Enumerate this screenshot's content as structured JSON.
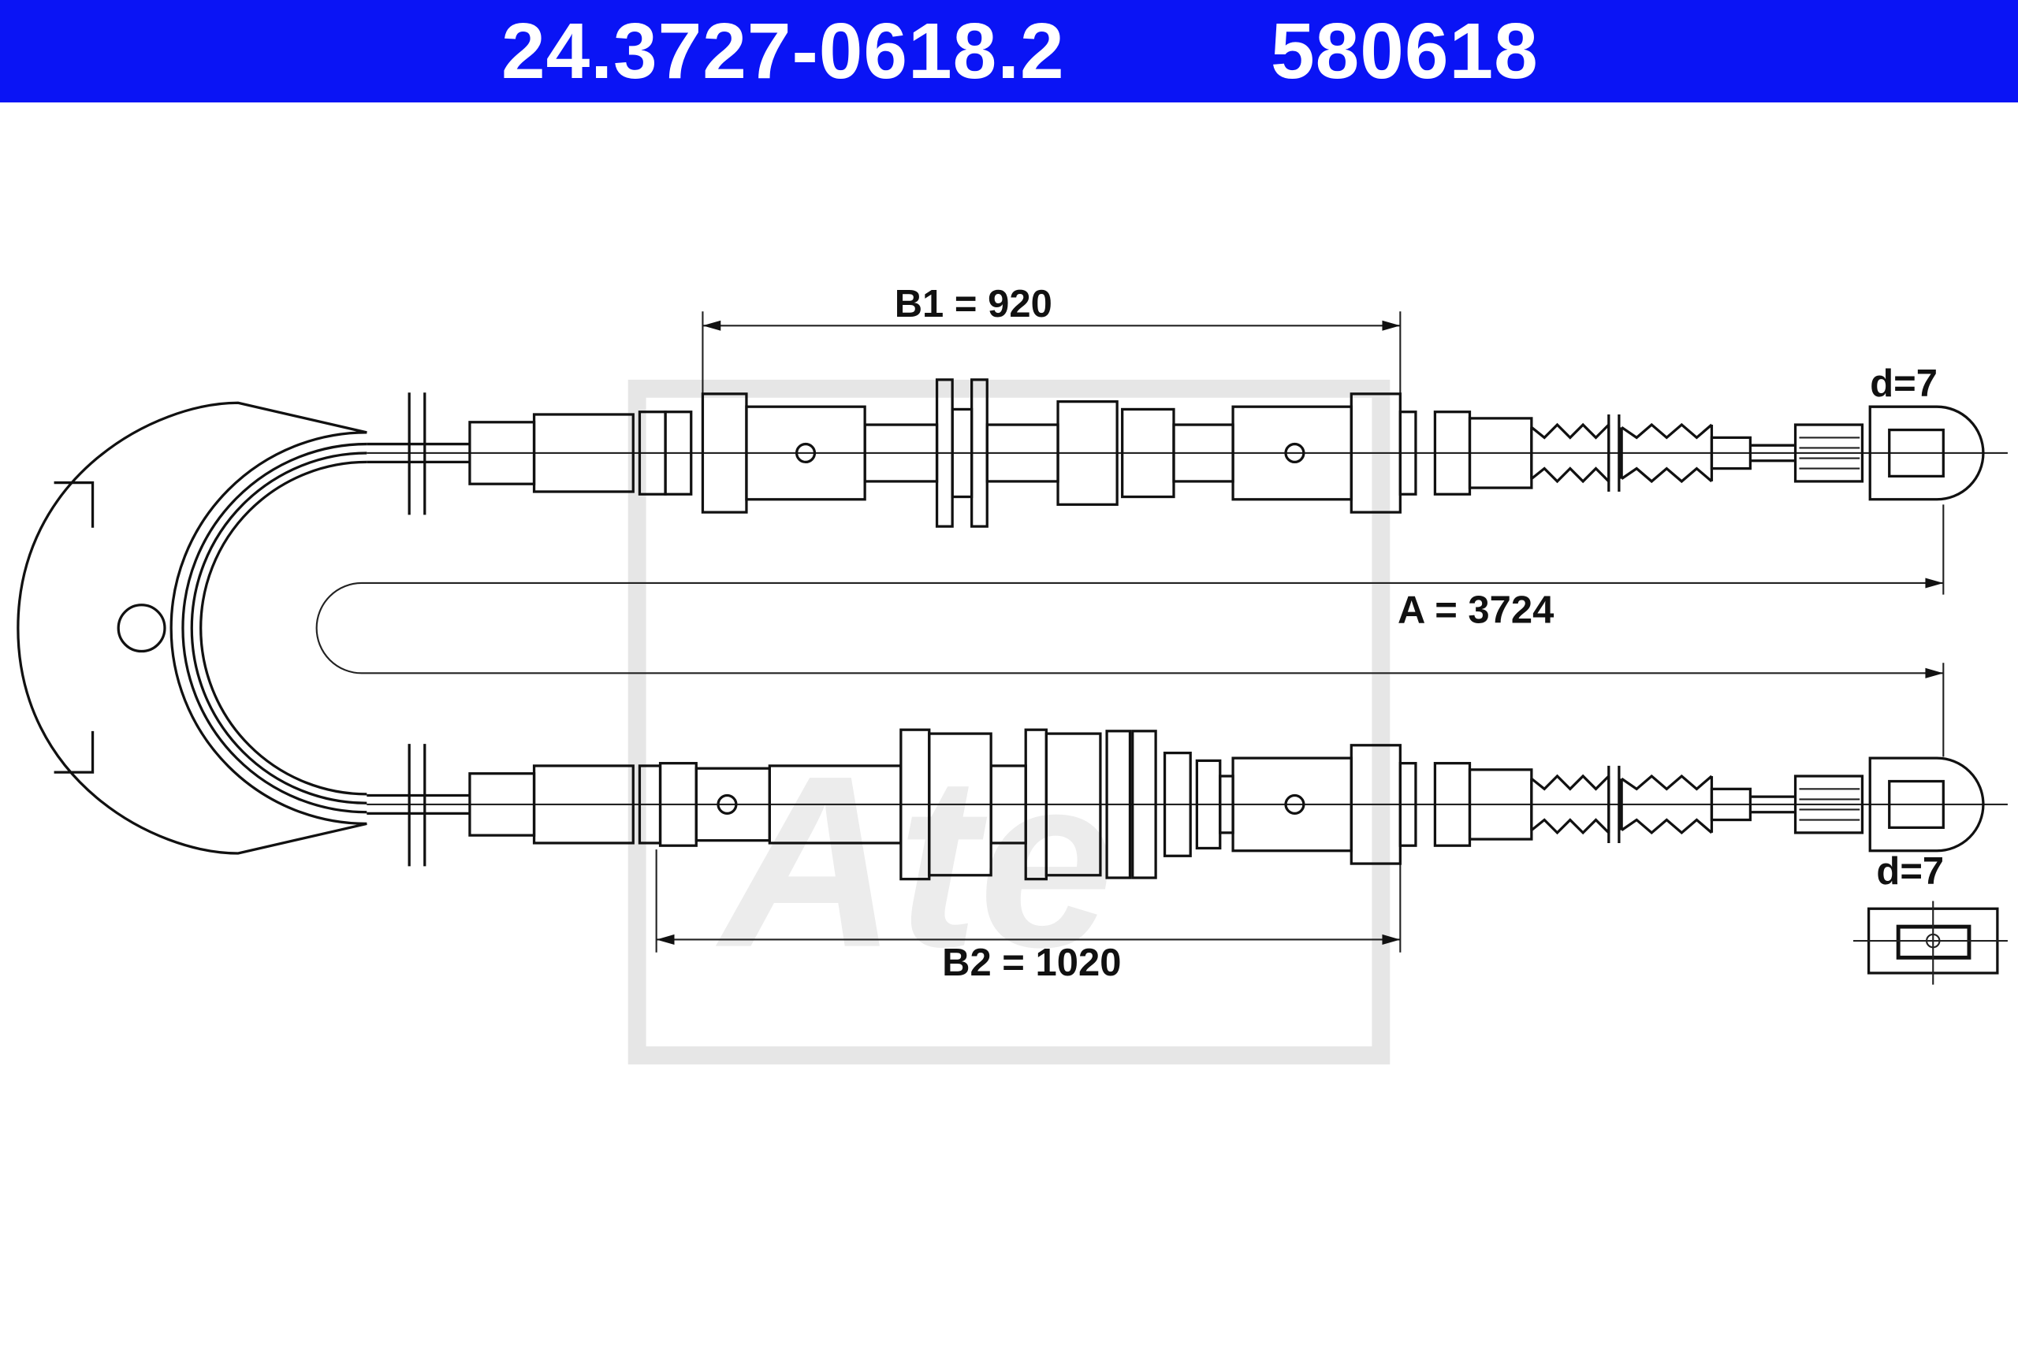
{
  "header": {
    "part_number": "24.3727-0618.2",
    "reference_code": "580618",
    "background_color": "#0a14f5"
  },
  "dimensions": {
    "b1": "B1 = 920",
    "b2": "B2 = 1020",
    "a": "A = 3724",
    "d_top": "d=7",
    "d_bottom": "d=7"
  },
  "watermark": {
    "text": "Ate"
  }
}
